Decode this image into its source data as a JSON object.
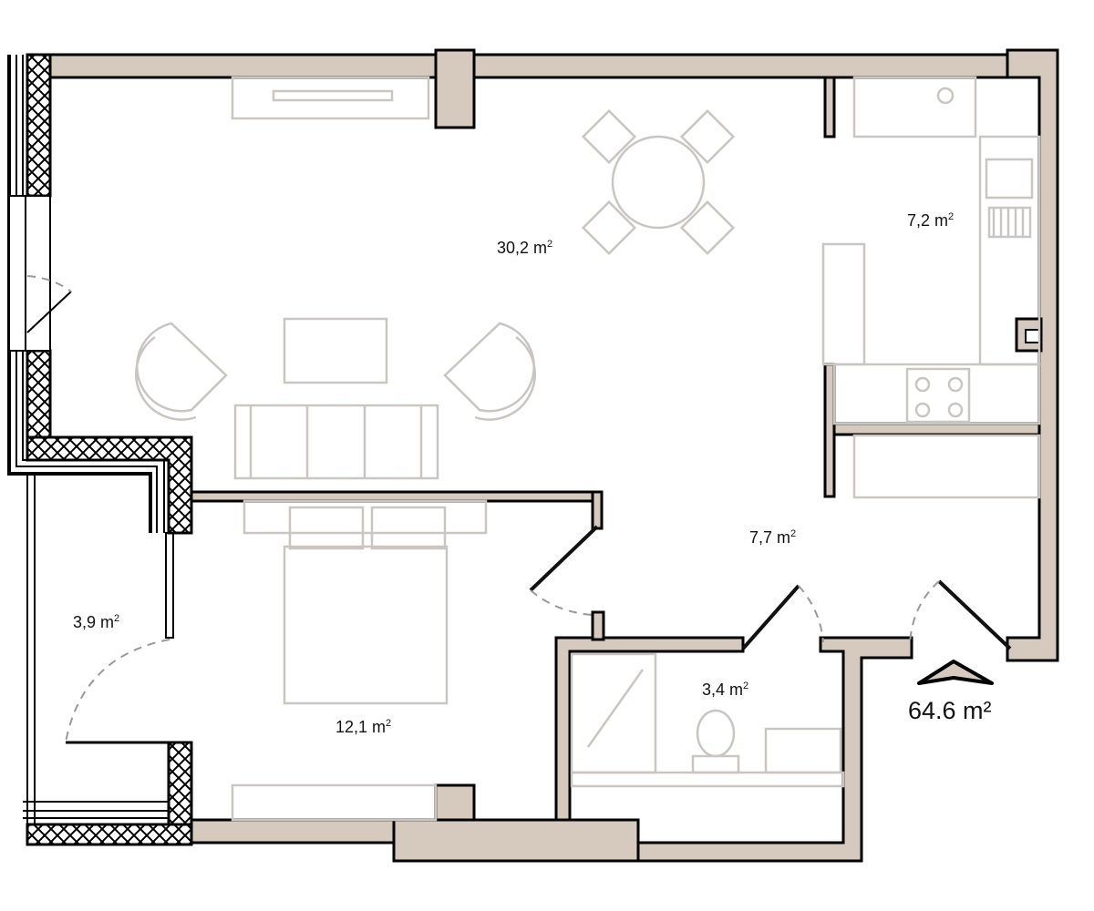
{
  "plan": {
    "total_area": "64.6 m²",
    "entrance_icon": "entrance-arrow-icon",
    "wall_color": "#d5cabd",
    "rooms": [
      {
        "name": "living-room",
        "value": "30,2 m",
        "unit_sup": "2"
      },
      {
        "name": "kitchen",
        "value": "7,2 m",
        "unit_sup": "2"
      },
      {
        "name": "hallway",
        "value": "7,7 m",
        "unit_sup": "2"
      },
      {
        "name": "bathroom",
        "value": "3,4 m",
        "unit_sup": "2"
      },
      {
        "name": "bedroom",
        "value": "12,1 m",
        "unit_sup": "2"
      },
      {
        "name": "balcony",
        "value": "3,9 m",
        "unit_sup": "2"
      }
    ]
  }
}
